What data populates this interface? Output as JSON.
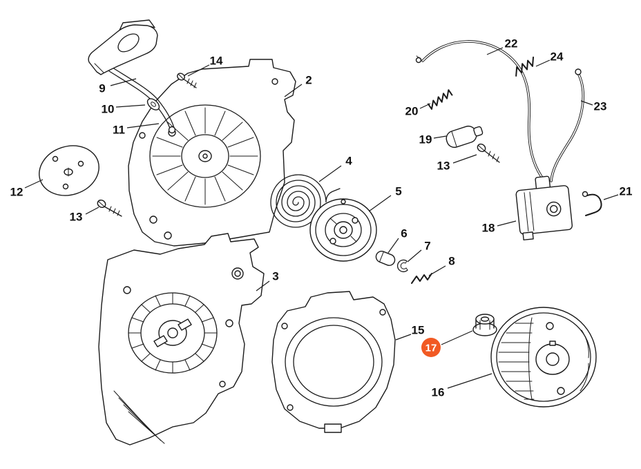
{
  "page": {
    "background": "#ffffff",
    "line_color": "#1a1a1a",
    "highlight_color": "#f15a24",
    "highlight_text_color": "#ffffff"
  },
  "diagram": {
    "type": "exploded-parts-diagram",
    "selected_callout": "17"
  },
  "callouts": {
    "n2": "2",
    "n3": "3",
    "n4": "4",
    "n5": "5",
    "n6": "6",
    "n7": "7",
    "n8": "8",
    "n9": "9",
    "n10": "10",
    "n11": "11",
    "n12": "12",
    "n13_left": "13",
    "n13_right": "13",
    "n14": "14",
    "n15": "15",
    "n16": "16",
    "n17": "17",
    "n18": "18",
    "n19": "19",
    "n20": "20",
    "n21": "21",
    "n22": "22",
    "n23": "23",
    "n24": "24"
  }
}
